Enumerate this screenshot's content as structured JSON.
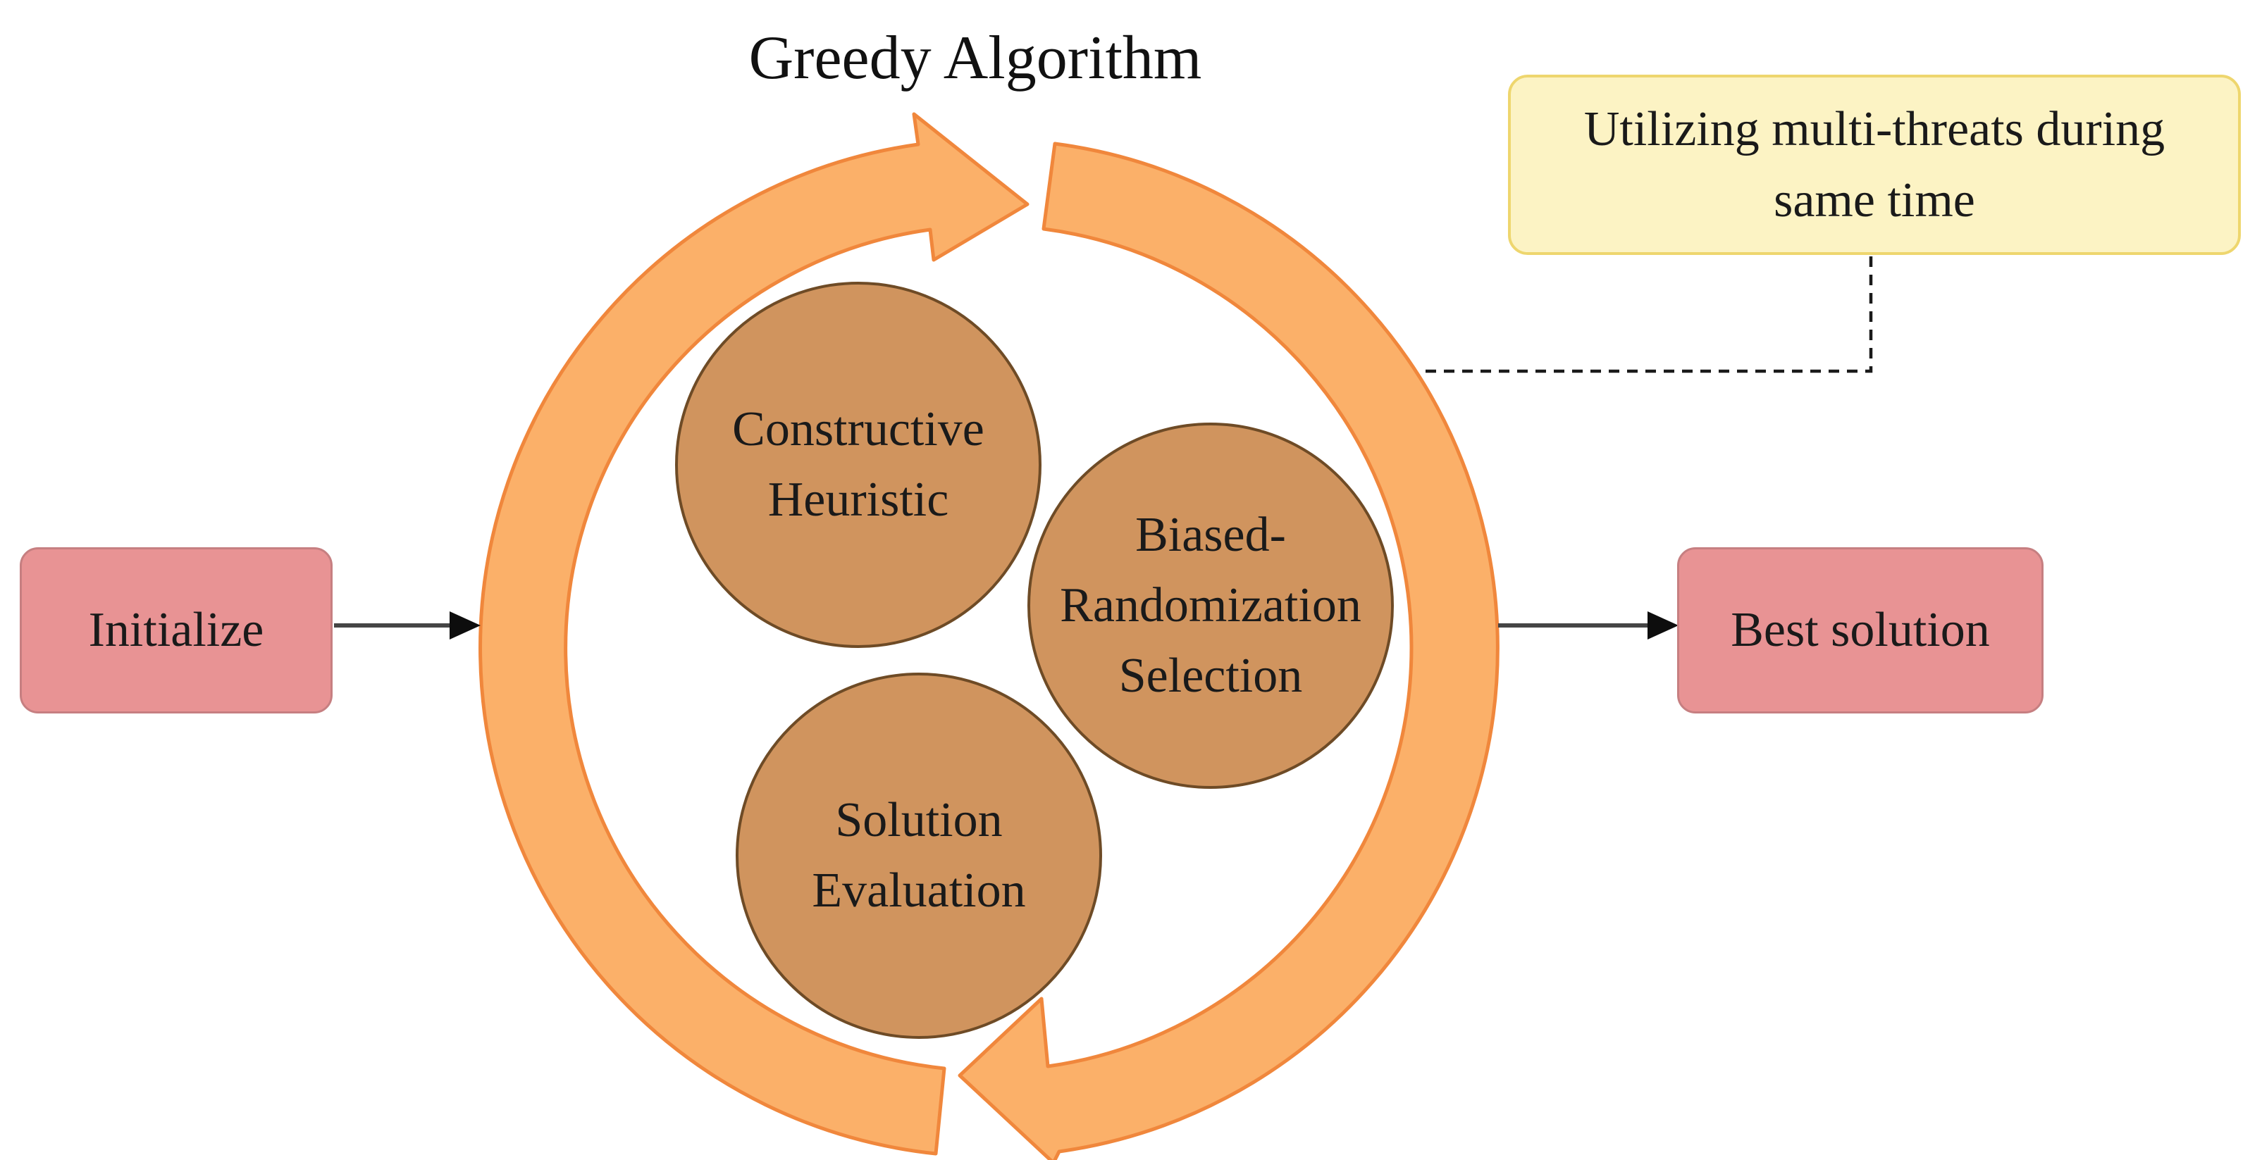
{
  "title": "Greedy Algorithm",
  "callout": {
    "lines": [
      "Utilizing multi-threats during",
      "same time"
    ]
  },
  "flow": {
    "start_label": "Initialize",
    "end_label": "Best solution"
  },
  "loop_steps": [
    {
      "lines": [
        "Constructive",
        "Heuristic"
      ]
    },
    {
      "lines": [
        "Biased-",
        "Randomization",
        "Selection"
      ]
    },
    {
      "lines": [
        "Solution",
        "Evaluation"
      ]
    }
  ],
  "colors": {
    "loop_fill": "#FBB069",
    "loop_stroke": "#F0873C",
    "step_fill": "#D0945E",
    "step_stroke": "#6E4B26",
    "terminal_fill": "#E89394",
    "terminal_stroke": "#C67F81",
    "callout_fill": "#FCF3C4",
    "callout_stroke": "#EED66E",
    "connector": "#1A1A1A",
    "text": "#111111"
  }
}
